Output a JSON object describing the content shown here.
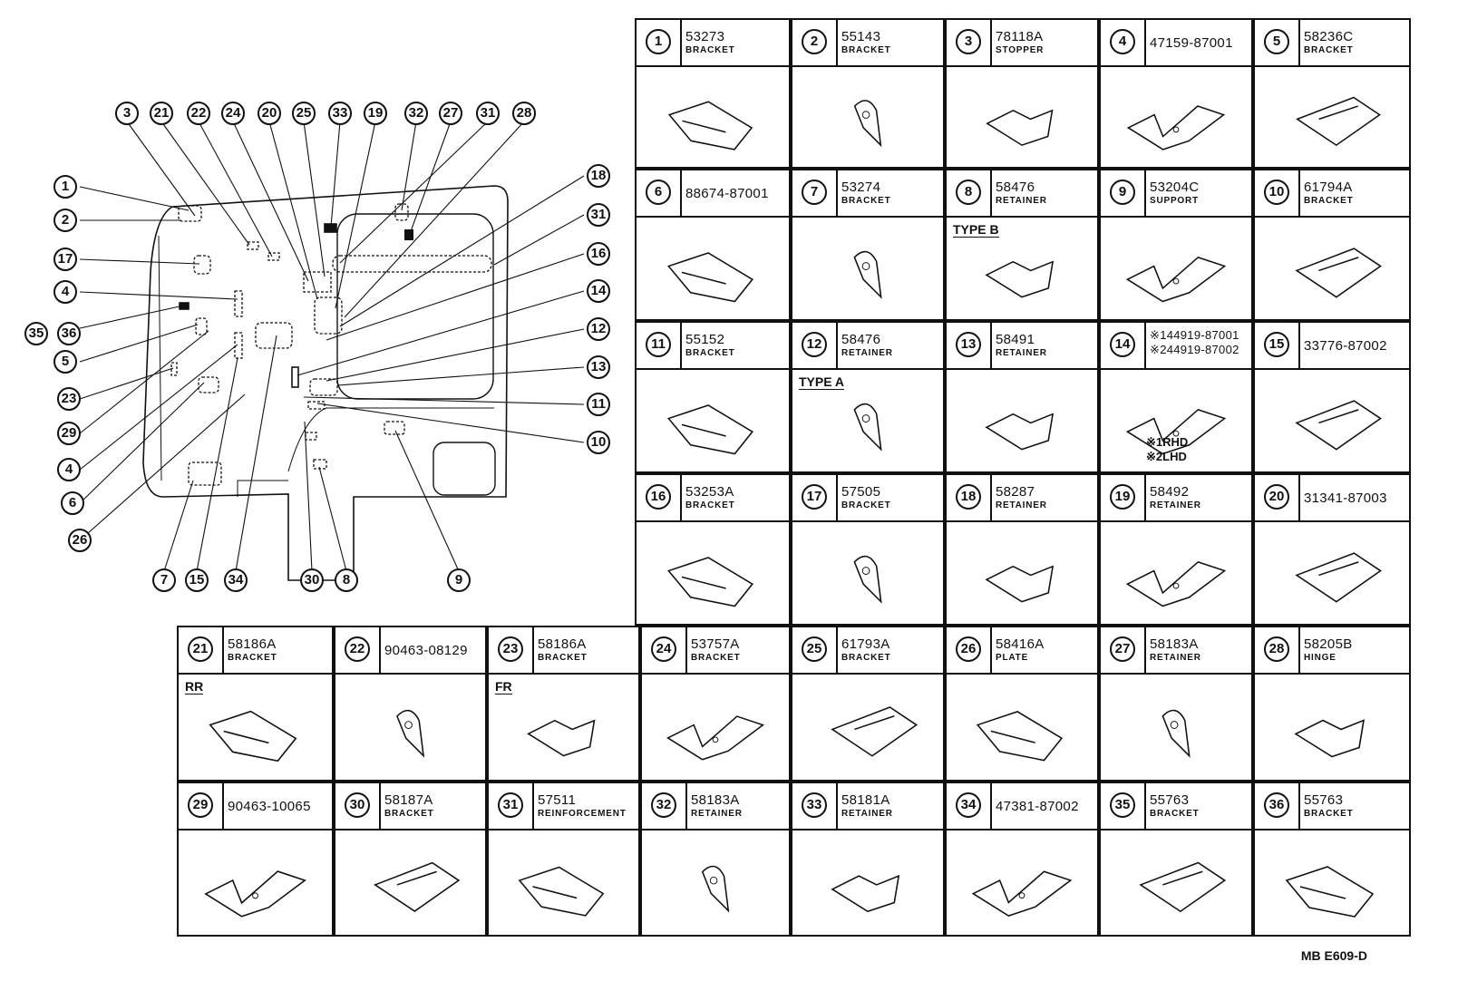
{
  "diagram": {
    "callouts": [
      "3",
      "21",
      "22",
      "24",
      "20",
      "25",
      "33",
      "19",
      "32",
      "27",
      "31",
      "28",
      "1",
      "2",
      "17",
      "4",
      "35",
      "36",
      "5",
      "23",
      "29",
      "4",
      "6",
      "26",
      "7",
      "15",
      "34",
      "30",
      "8",
      "9",
      "18",
      "31",
      "16",
      "14",
      "12",
      "13",
      "11",
      "10"
    ]
  },
  "parts": [
    {
      "no": "1",
      "part": "53273",
      "name": "BRACKET"
    },
    {
      "no": "2",
      "part": "55143",
      "name": "BRACKET"
    },
    {
      "no": "3",
      "part": "78118A",
      "name": "STOPPER"
    },
    {
      "no": "4",
      "part": "47159-87001",
      "name": ""
    },
    {
      "no": "5",
      "part": "58236C",
      "name": "BRACKET"
    },
    {
      "no": "6",
      "part": "88674-87001",
      "name": ""
    },
    {
      "no": "7",
      "part": "53274",
      "name": "BRACKET"
    },
    {
      "no": "8",
      "part": "58476",
      "name": "RETAINER",
      "note": "TYPE B"
    },
    {
      "no": "9",
      "part": "53204C",
      "name": "SUPPORT"
    },
    {
      "no": "10",
      "part": "61794A",
      "name": "BRACKET"
    },
    {
      "no": "11",
      "part": "55152",
      "name": "BRACKET"
    },
    {
      "no": "12",
      "part": "58476",
      "name": "RETAINER",
      "note": "TYPE A"
    },
    {
      "no": "13",
      "part": "58491",
      "name": "RETAINER"
    },
    {
      "no": "14",
      "part": "※144919-87001",
      "part2": "※244919-87002",
      "name": "",
      "foot1": "※1RHD",
      "foot2": "※2LHD"
    },
    {
      "no": "15",
      "part": "33776-87002",
      "name": ""
    },
    {
      "no": "16",
      "part": "53253A",
      "name": "BRACKET"
    },
    {
      "no": "17",
      "part": "57505",
      "name": "BRACKET"
    },
    {
      "no": "18",
      "part": "58287",
      "name": "RETAINER"
    },
    {
      "no": "19",
      "part": "58492",
      "name": "RETAINER"
    },
    {
      "no": "20",
      "part": "31341-87003",
      "name": ""
    },
    {
      "no": "21",
      "part": "58186A",
      "name": "BRACKET",
      "note": "RR"
    },
    {
      "no": "22",
      "part": "90463-08129",
      "name": ""
    },
    {
      "no": "23",
      "part": "58186A",
      "name": "BRACKET",
      "note": "FR"
    },
    {
      "no": "24",
      "part": "53757A",
      "name": "BRACKET"
    },
    {
      "no": "25",
      "part": "61793A",
      "name": "BRACKET"
    },
    {
      "no": "26",
      "part": "58416A",
      "name": "PLATE"
    },
    {
      "no": "27",
      "part": "58183A",
      "name": "RETAINER"
    },
    {
      "no": "28",
      "part": "58205B",
      "name": "HINGE"
    },
    {
      "no": "29",
      "part": "90463-10065",
      "name": ""
    },
    {
      "no": "30",
      "part": "58187A",
      "name": "BRACKET"
    },
    {
      "no": "31",
      "part": "57511",
      "name": "REINFORCEMENT"
    },
    {
      "no": "32",
      "part": "58183A",
      "name": "RETAINER"
    },
    {
      "no": "33",
      "part": "58181A",
      "name": "RETAINER"
    },
    {
      "no": "34",
      "part": "47381-87002",
      "name": ""
    },
    {
      "no": "35",
      "part": "55763",
      "name": "BRACKET"
    },
    {
      "no": "36",
      "part": "55763",
      "name": "BRACKET"
    }
  ],
  "drawing_code": "MB E609-D"
}
